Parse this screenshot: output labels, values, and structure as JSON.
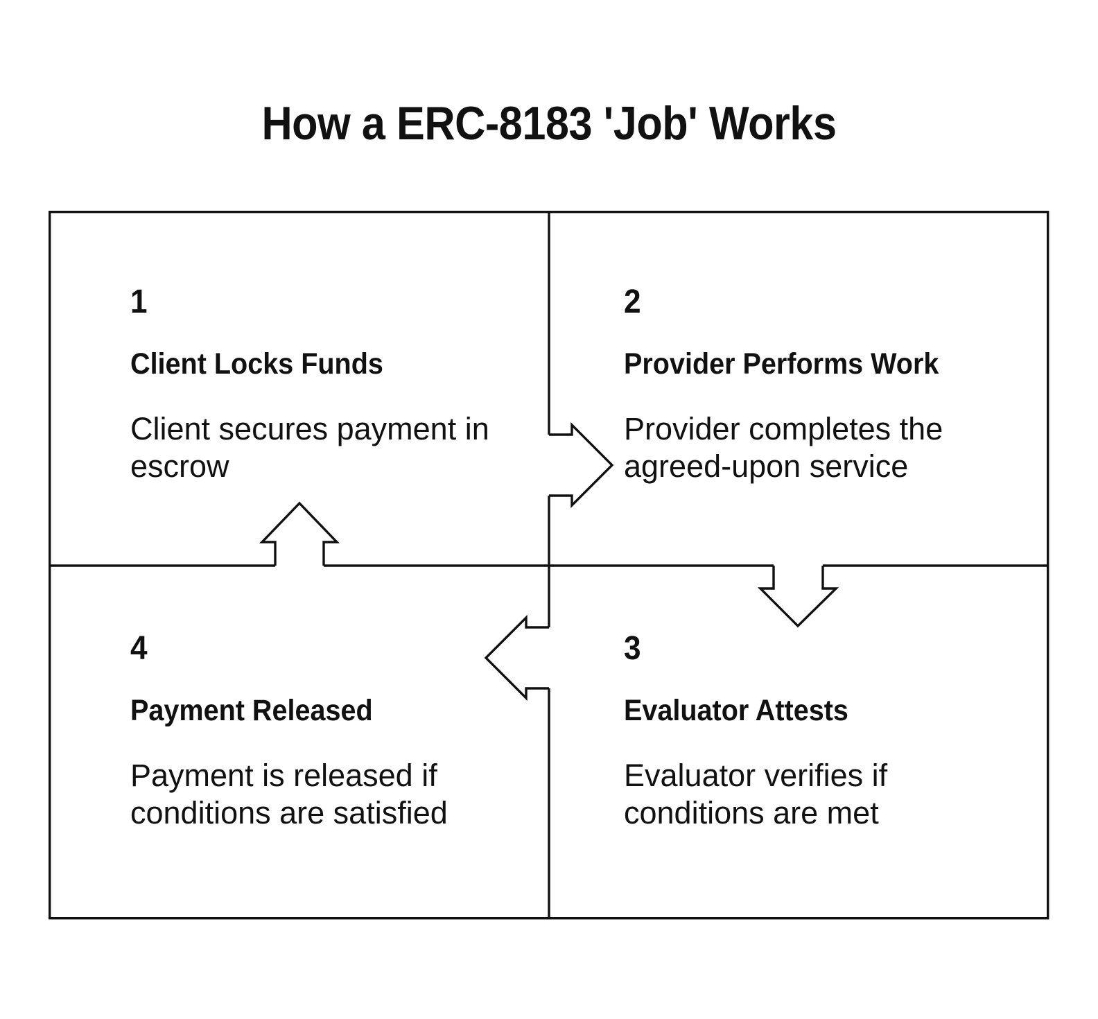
{
  "title": "How a ERC-8183 'Job' Works",
  "diagram": {
    "type": "cycle-quadrant-flow",
    "border_color": "#111111",
    "background_color": "#ffffff",
    "steps": [
      {
        "number": "1",
        "heading": "Client Locks Funds",
        "description": "Client secures payment in escrow",
        "position": "top-left"
      },
      {
        "number": "2",
        "heading": "Provider Performs Work",
        "description": "Provider completes the agreed-upon service",
        "position": "top-right"
      },
      {
        "number": "3",
        "heading": "Evaluator Attests",
        "description": "Evaluator verifies if conditions are met",
        "position": "bottom-right"
      },
      {
        "number": "4",
        "heading": "Payment Released",
        "description": "Payment is released if conditions are satisfied",
        "position": "bottom-left"
      }
    ],
    "arrows": [
      {
        "name": "arrow-step1-to-step2",
        "direction": "right",
        "from": "1",
        "to": "2"
      },
      {
        "name": "arrow-step2-to-step3",
        "direction": "down",
        "from": "2",
        "to": "3"
      },
      {
        "name": "arrow-step3-to-step4",
        "direction": "left",
        "from": "3",
        "to": "4"
      },
      {
        "name": "arrow-step4-to-step1",
        "direction": "up",
        "from": "4",
        "to": "1"
      }
    ]
  }
}
